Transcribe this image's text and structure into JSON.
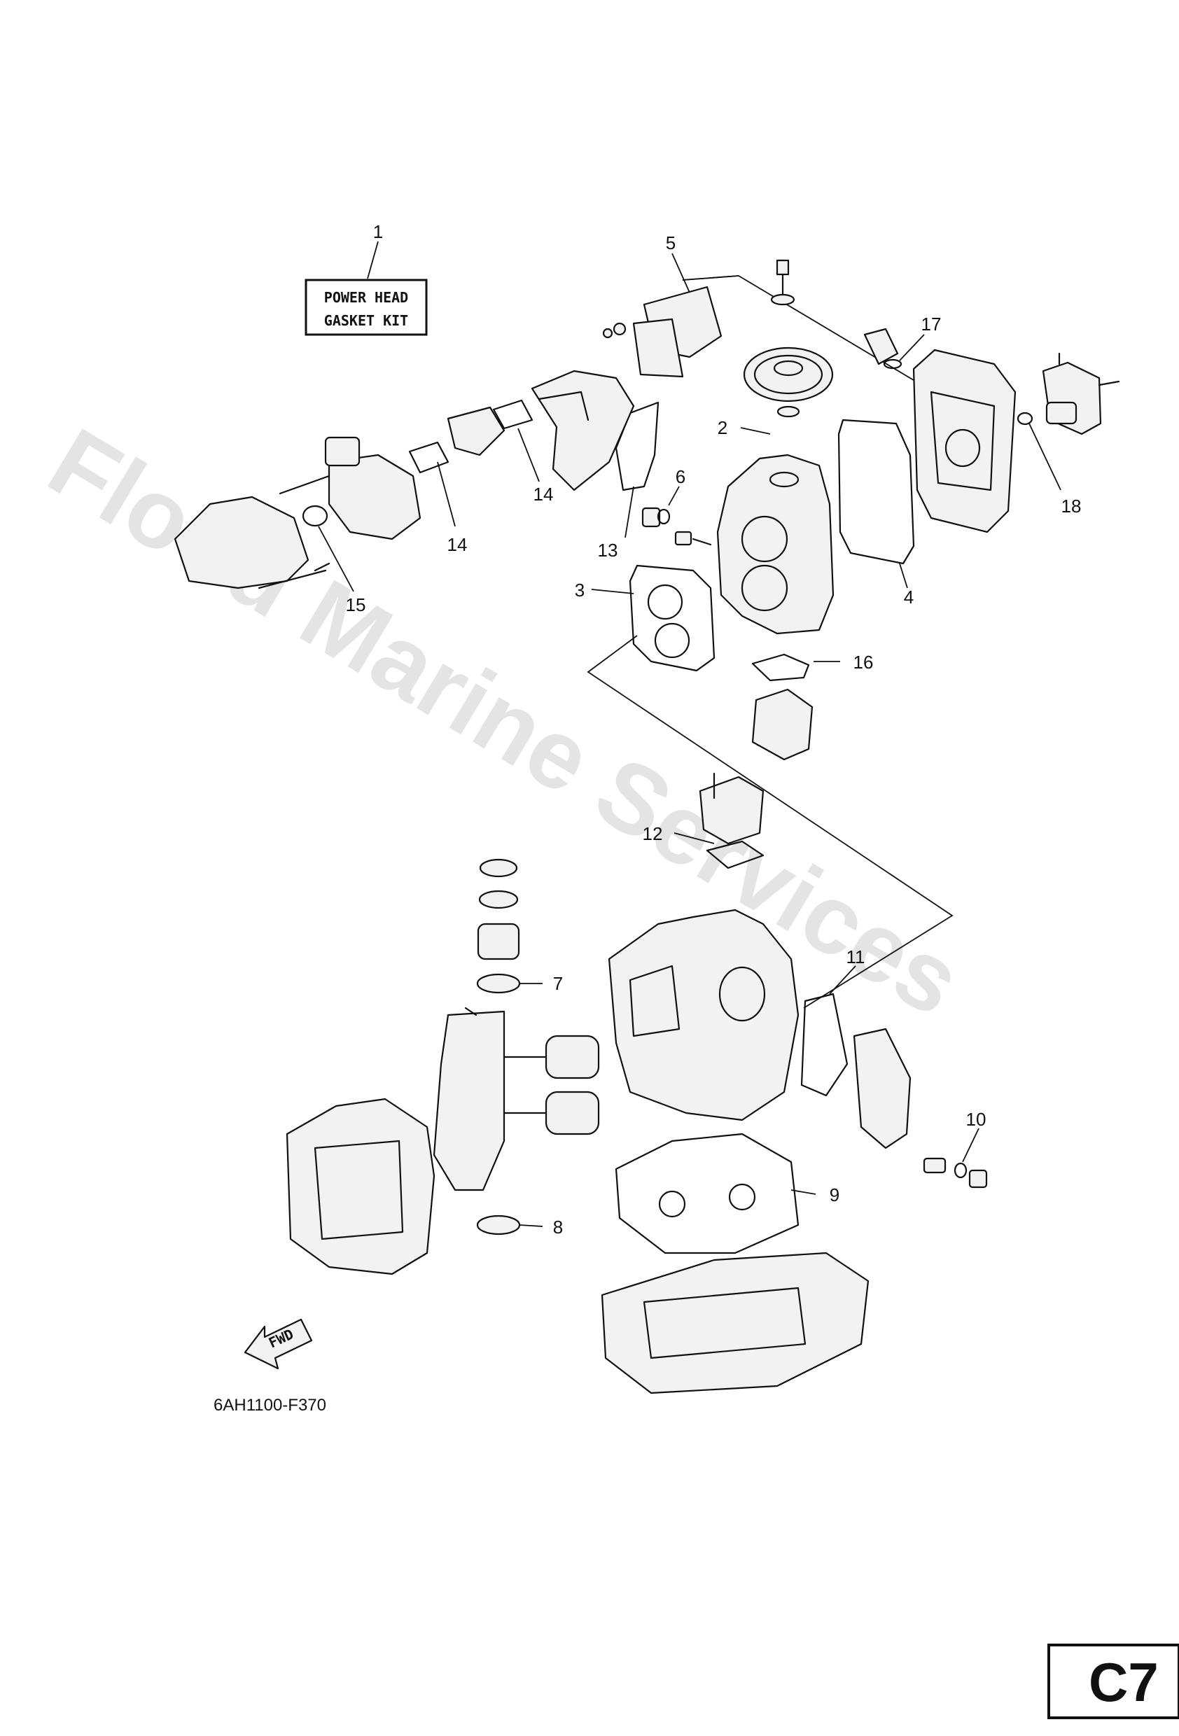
{
  "kit_label": {
    "line1": "POWER HEAD",
    "line2": "GASKET KIT"
  },
  "callouts": [
    {
      "id": "c1",
      "text": "1"
    },
    {
      "id": "c2",
      "text": "2"
    },
    {
      "id": "c3",
      "text": "3"
    },
    {
      "id": "c4",
      "text": "4"
    },
    {
      "id": "c5",
      "text": "5"
    },
    {
      "id": "c6",
      "text": "6"
    },
    {
      "id": "c7",
      "text": "7"
    },
    {
      "id": "c8",
      "text": "8"
    },
    {
      "id": "c9",
      "text": "9"
    },
    {
      "id": "c10",
      "text": "10"
    },
    {
      "id": "c11",
      "text": "11"
    },
    {
      "id": "c12",
      "text": "12"
    },
    {
      "id": "c13",
      "text": "13"
    },
    {
      "id": "c14a",
      "text": "14"
    },
    {
      "id": "c14b",
      "text": "14"
    },
    {
      "id": "c15",
      "text": "15"
    },
    {
      "id": "c16",
      "text": "16"
    },
    {
      "id": "c17",
      "text": "17"
    },
    {
      "id": "c18",
      "text": "18"
    }
  ],
  "fwd_arrow": "FWD",
  "diagram_code": "6AH1100-F370",
  "page_code": "C7",
  "watermark": "Flood Marine Services"
}
